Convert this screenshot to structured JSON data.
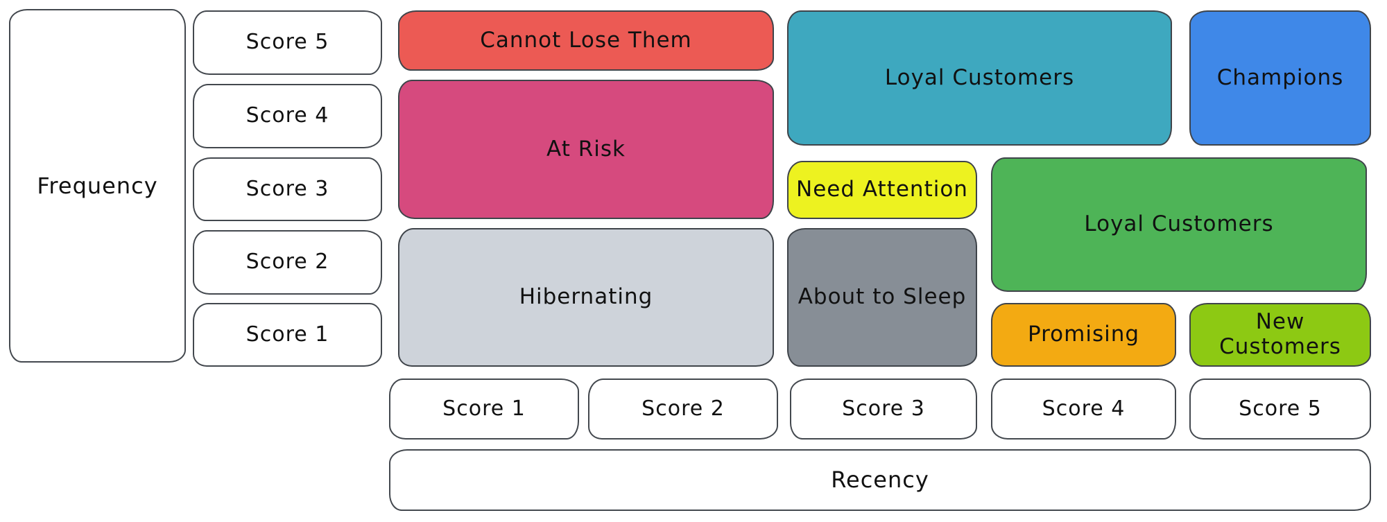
{
  "frequency_axis": {
    "label": "Frequency",
    "scores": [
      "Score 5",
      "Score 4",
      "Score 3",
      "Score 2",
      "Score 1"
    ]
  },
  "recency_axis": {
    "label": "Recency",
    "scores": [
      "Score 1",
      "Score 2",
      "Score 3",
      "Score 4",
      "Score 5"
    ]
  },
  "segments": {
    "cannot_lose_them": {
      "label": "Cannot Lose Them",
      "color": "#ec5a54",
      "recency_scores": "1-2",
      "frequency_scores": "5"
    },
    "at_risk": {
      "label": "At Risk",
      "color": "#d64a7e",
      "recency_scores": "1-2",
      "frequency_scores": "3-4"
    },
    "hibernating": {
      "label": "Hibernating",
      "color": "#ced3da",
      "recency_scores": "1-2",
      "frequency_scores": "1-2"
    },
    "loyal_customers_top": {
      "label": "Loyal Customers",
      "color": "#3ea8bf",
      "recency_scores": "3-4",
      "frequency_scores": "4-5"
    },
    "champions": {
      "label": "Champions",
      "color": "#3f88e8",
      "recency_scores": "5",
      "frequency_scores": "4-5"
    },
    "need_attention": {
      "label": "Need Attention",
      "color": "#edf220",
      "recency_scores": "3",
      "frequency_scores": "3"
    },
    "about_to_sleep": {
      "label": "About to Sleep",
      "color": "#878e96",
      "recency_scores": "3",
      "frequency_scores": "1-2"
    },
    "loyal_customers_right": {
      "label": "Loyal Customers",
      "color": "#4eb457",
      "recency_scores": "4-5",
      "frequency_scores": "2-3"
    },
    "promising": {
      "label": "Promising",
      "color": "#f3aa12",
      "recency_scores": "4",
      "frequency_scores": "1"
    },
    "new_customers": {
      "label": "New Customers",
      "color": "#8dc913",
      "recency_scores": "5",
      "frequency_scores": "1"
    }
  },
  "outline_color": "#43484e",
  "text_color": "#111111"
}
